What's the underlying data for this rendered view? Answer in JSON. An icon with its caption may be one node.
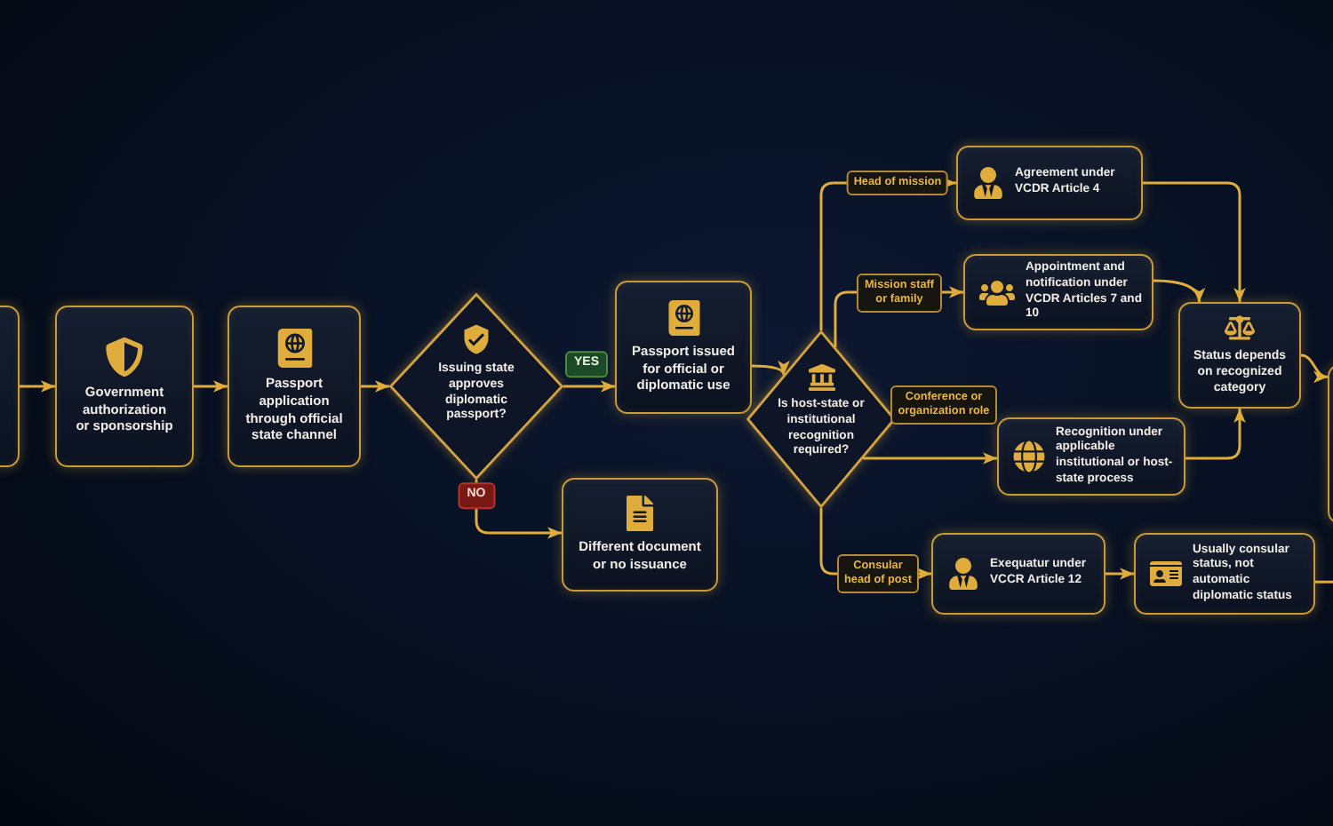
{
  "diagram": {
    "nodes": [
      {
        "text": [],
        "shape": "box"
      },
      {
        "text": [
          "Government authorization or sponsorship"
        ]
      },
      {
        "text": [
          "Passport application through official state channel"
        ]
      },
      {
        "text": [
          "Issuing state approves diplomatic passport?"
        ]
      },
      {
        "text": [
          "Passport issued for official or diplomatic use"
        ]
      },
      {
        "text": [
          "Different document or no issuance"
        ]
      },
      {
        "text": [
          "Is host-state or institutional recognition required?"
        ]
      },
      {
        "text": [
          "Agreement under VCDR Article 4"
        ]
      },
      {
        "text": [
          "Appointment and notification under VCDR Articles 7 and 10"
        ]
      },
      {
        "text": [
          "Status depends on recognized category"
        ]
      },
      {
        "text": [
          "Recognition under applicable institutional or host-state process"
        ]
      },
      {
        "text": [
          "Exequatur under VCCR Article 12"
        ]
      },
      {
        "text": [
          "Usually consular status, not automatic diplomatic status"
        ]
      },
      {
        "text": [],
        "shape": "box"
      }
    ],
    "edges": [
      {
        "from": 0,
        "to": 1,
        "arrow": "to"
      },
      {
        "from": 1,
        "to": 2,
        "arrow": "to"
      },
      {
        "from": 2,
        "to": 3,
        "arrow": "to"
      },
      {
        "from": 3,
        "to": 4,
        "arrow": "to",
        "label": "YES"
      },
      {
        "from": 3,
        "to": 5,
        "arrow": "to",
        "label": "NO"
      },
      {
        "from": 4,
        "to": 6,
        "arrow": "to"
      },
      {
        "from": 6,
        "to": 7,
        "arrow": "to",
        "label": "Head of mission"
      },
      {
        "from": 6,
        "to": 8,
        "arrow": "to",
        "label": "Mission staff or family"
      },
      {
        "from": 6,
        "to": 10,
        "arrow": "to",
        "label": "Conference or organization role"
      },
      {
        "from": 6,
        "to": 11,
        "arrow": "to",
        "label": "Consular head of post"
      },
      {
        "from": 7,
        "to": 9,
        "arrow": "to"
      },
      {
        "from": 8,
        "to": 9,
        "arrow": "to"
      },
      {
        "from": 10,
        "to": 9,
        "arrow": "to"
      },
      {
        "from": 11,
        "to": 12,
        "arrow": "to"
      },
      {
        "from": 9,
        "to": 13,
        "arrow": "to"
      },
      {
        "from": 12,
        "to": null,
        "arrow": "none"
      }
    ]
  }
}
